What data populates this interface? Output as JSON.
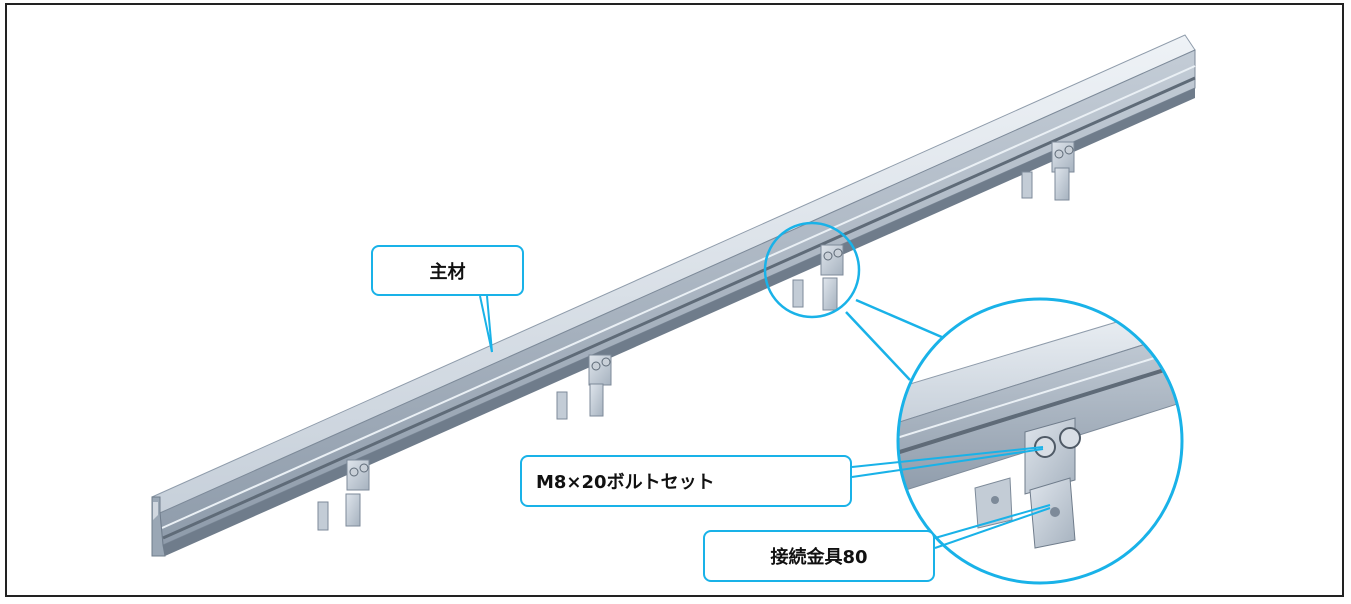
{
  "labels": {
    "main_member": "主材",
    "bolt_set": "M8×20ボルトセット",
    "bracket": "接続金具80"
  },
  "colors": {
    "callout": "#19b2e8",
    "rail_light": "#d5dde6",
    "rail_mid": "#aeb9c6",
    "rail_dark": "#7d8a99"
  }
}
